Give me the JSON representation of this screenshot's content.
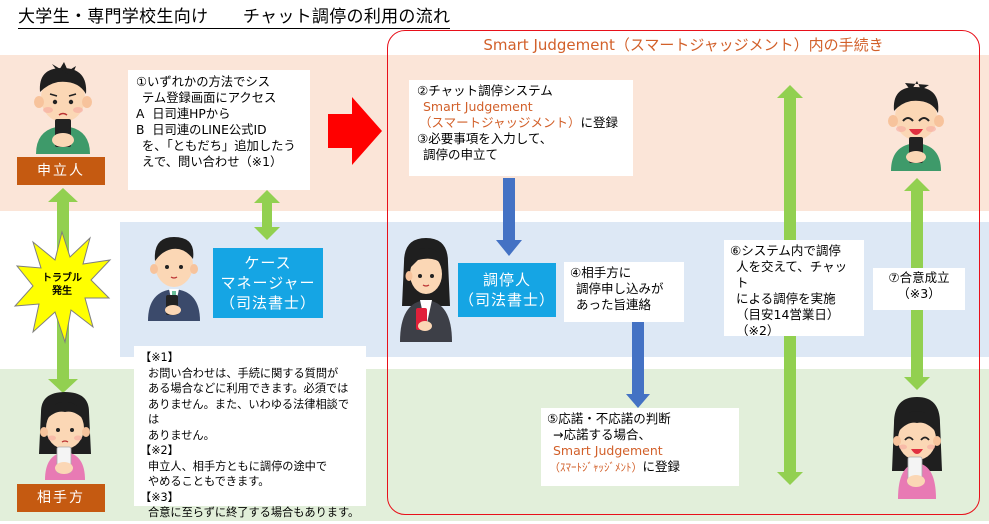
{
  "title": "大学生・専門学校生向け　　チャット調停の利用の流れ",
  "frame_title": "Smart Judgement（スマートジャッジメント）内の手続き",
  "colors": {
    "peach_band": "#fbe5d8",
    "blue_band": "#dde8f5",
    "green_band": "#e2efda",
    "frame_red": "#e8101a",
    "accent_orange": "#d2602a",
    "label_brown": "#c55a11",
    "label_cyan": "#15a5e4",
    "arrow_green": "#92d050",
    "arrow_blue": "#4472c4",
    "arrow_red": "#ff0000",
    "burst_yellow": "#ffff00"
  },
  "roles": {
    "applicant": "申立人",
    "respondent": "相手方",
    "case_manager": [
      "ケース",
      "マネージャー",
      "（司法書士）"
    ],
    "mediator": [
      "調停人",
      "（司法書士）"
    ]
  },
  "trouble": [
    "トラブル",
    "発生"
  ],
  "steps": {
    "step1": {
      "lines": [
        "①いずれかの方法でシス",
        "テム登録画面にアクセス",
        "A  日司連HPから",
        "B  日司連のLINE公式ID",
        "を、「ともだち」追加したう",
        "えで、問い合わせ（※1）"
      ]
    },
    "step2_3": {
      "line1": "②チャット調停システム",
      "brand": "Smart Judgement",
      "brand_kana": "（スマートジャッジメント）",
      "line3_suffix": "に登録",
      "line4": "③必要事項を入力して、",
      "line5": "調停の申立て"
    },
    "step4": {
      "lines": [
        "④相手方に",
        "調停申し込みが",
        "あった旨連絡"
      ]
    },
    "step5": {
      "line1": "⑤応諾・不応諾の判断",
      "line2": "→応諾する場合、",
      "brand": "Smart Judgement",
      "brand_kana": "（ｽﾏｰﾄｼﾞｬｯｼﾞﾒﾝﾄ）",
      "suffix": "に登録"
    },
    "step6": {
      "lines": [
        "⑥システム内で調停",
        "人を交えて、チャット",
        "による調停を実施",
        "（目安14営業日）",
        "（※2）"
      ]
    },
    "step7": {
      "lines": [
        "⑦合意成立",
        "（※3）"
      ]
    }
  },
  "notes": [
    {
      "heading": "【※1】",
      "lines": [
        "お問い合わせは、手続に関する質問が",
        "ある場合などに利用できます。必須では",
        "ありません。また、いわゆる法律相談では",
        "ありません。"
      ]
    },
    {
      "heading": "【※2】",
      "lines": [
        "申立人、相手方ともに調停の途中で",
        "やめることもできます。"
      ]
    },
    {
      "heading": "【※3】",
      "lines": [
        "合意に至らずに終了する場合もあります。"
      ]
    }
  ]
}
